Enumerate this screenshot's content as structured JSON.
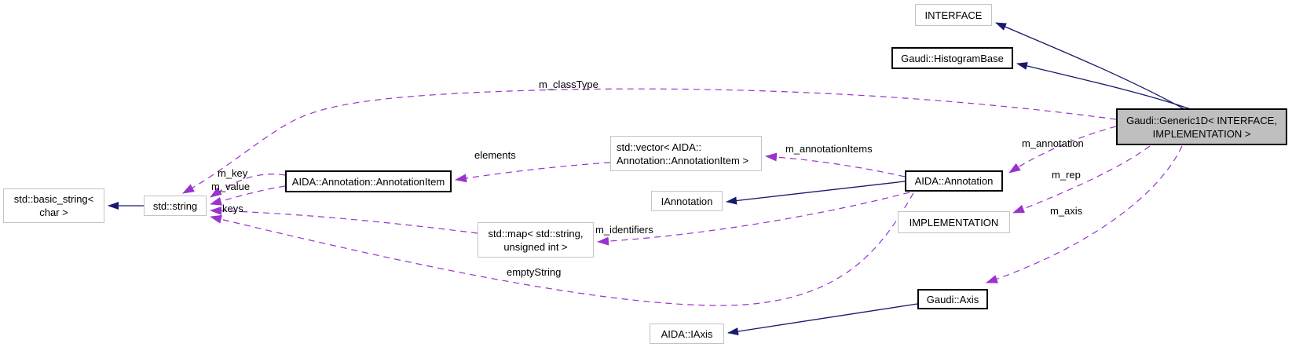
{
  "diagram": {
    "type": "doxygen-collaboration-graph",
    "background": "#ffffff",
    "colors": {
      "inheritance_edge": "#191970",
      "usage_edge": "#9a32cd",
      "selected_node_fill": "#bfbfbf",
      "documented_node_border": "#000000",
      "plain_node_border": "#c4c4c4",
      "text": "#000000"
    },
    "nodes": {
      "interface": {
        "label": "INTERFACE"
      },
      "histogram_base": {
        "label": "Gaudi::HistogramBase"
      },
      "generic1d": {
        "line1": "Gaudi::Generic1D< INTERFACE,",
        "line2": "IMPLEMENTATION >"
      },
      "vector_annotation_item": {
        "line1": "std::vector< AIDA::",
        "line2": "Annotation::AnnotationItem >"
      },
      "annotation_item": {
        "label": "AIDA::Annotation::AnnotationItem"
      },
      "iannotation": {
        "label": "IAnnotation"
      },
      "annotation": {
        "label": "AIDA::Annotation"
      },
      "implementation": {
        "label": "IMPLEMENTATION"
      },
      "map_string_uint": {
        "line1": "std::map< std::string,",
        "line2": "unsigned int >"
      },
      "string": {
        "label": "std::string"
      },
      "basic_string": {
        "line1": "std::basic_string<",
        "line2": "char >"
      },
      "axis": {
        "label": "Gaudi::Axis"
      },
      "iaxis": {
        "label": "AIDA::IAxis"
      }
    },
    "edge_labels": {
      "m_classType": "m_classType",
      "m_annotation": "m_annotation",
      "m_rep": "m_rep",
      "m_axis": "m_axis",
      "m_annotationItems": "m_annotationItems",
      "elements": "elements",
      "m_key": "m_key",
      "m_value": "m_value",
      "keys": "keys",
      "m_identifiers": "m_identifiers",
      "emptyString": "emptyString"
    }
  }
}
